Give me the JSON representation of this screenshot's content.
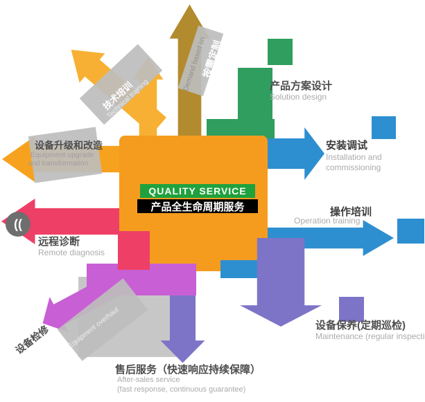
{
  "palette": {
    "center_orange": "#F59C1F",
    "light_orange": "#F7B033",
    "gold": "#B28B2E",
    "green": "#2F9E5F",
    "blue": "#2E8FD0",
    "purple": "#7D74C8",
    "orchid": "#C85FD5",
    "crimson": "#EE3F66",
    "gray_block": "#BDBDBD",
    "title_green_bar": "#1FA23D",
    "title_black_bar": "#000000",
    "label_dark": "#4D4D4D",
    "label_light": "#ABABAB"
  },
  "center": {
    "title_en": "QUALITY SERVICE",
    "title_zh": "产品全生命周期服务"
  },
  "nodes": {
    "demand": {
      "zh": "按需定制",
      "en": "Demand based on"
    },
    "training": {
      "zh": "技术培训",
      "en": "Technical training"
    },
    "solution": {
      "zh": "产品方案设计",
      "en": "Solution design"
    },
    "install": {
      "zh": "安装调试",
      "en1": "Installation and",
      "en2": "commissioning"
    },
    "operation": {
      "zh": "操作培训",
      "en": "Operation training"
    },
    "maintenance": {
      "zh": "设备保养(定期巡检)",
      "en": "Maintenance (regular inspection)"
    },
    "aftersales": {
      "zh": "售后服务（快速响应持续保障）",
      "en1": "After-sales service",
      "en2": "(fast response, continuous guarantee)"
    },
    "overhaul": {
      "zh": "设备检修",
      "en": "Equipment overhaul"
    },
    "remote": {
      "zh": "远程诊断",
      "en": "Remote diagnosis",
      "icon": "(("
    },
    "upgrade": {
      "zh": "设备升级和改造",
      "en1": "Equipment upgrade",
      "en2": "and transformation"
    }
  }
}
